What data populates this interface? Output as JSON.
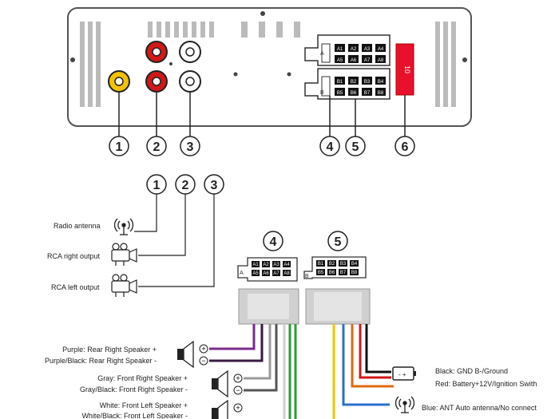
{
  "connector_a": {
    "letter": "A",
    "pins": [
      "A1",
      "A2",
      "A3",
      "A4",
      "A5",
      "A6",
      "A7",
      "A8"
    ]
  },
  "connector_b": {
    "letter": "B",
    "pins": [
      "B1",
      "B2",
      "B3",
      "B4",
      "B5",
      "B6",
      "B7",
      "B8"
    ]
  },
  "fuse": {
    "label": "10"
  },
  "callouts": [
    "1",
    "2",
    "3",
    "4",
    "5",
    "6"
  ],
  "inputs": {
    "radio_antenna": "Radio antenna",
    "rca_right": "RCA right output",
    "rca_left": "RCA left output"
  },
  "left_wires": [
    {
      "plus": "Purple: Rear Right Speaker +",
      "minus": "Purple/Black: Rear Right Speaker -"
    },
    {
      "plus": "Gray: Front Right Speaker +",
      "minus": "Gray/Black: Front Right Speaker -"
    },
    {
      "plus": "White: Front Left Speaker +",
      "minus": "White/Black: Front Left Speaker -"
    }
  ],
  "right_wires": {
    "black": "Black: GND B-/Ground",
    "red": "Red: Battery+12V/Ignition Swith",
    "blue": "Blue: ANT Auto antenna/No connect"
  },
  "colors": {
    "panel_border": "#555555",
    "rca_yellow": "#f2c200",
    "rca_red": "#d01818",
    "fuse_red": "#e8102a",
    "wire_purple": "#7b2a8c",
    "wire_gray": "#9a9a9a",
    "wire_green": "#2e9a3a",
    "wire_yellow": "#f0c400",
    "wire_orange": "#e06a10",
    "wire_blue": "#2a6fd0",
    "wire_red": "#d01818",
    "wire_black": "#111111"
  }
}
